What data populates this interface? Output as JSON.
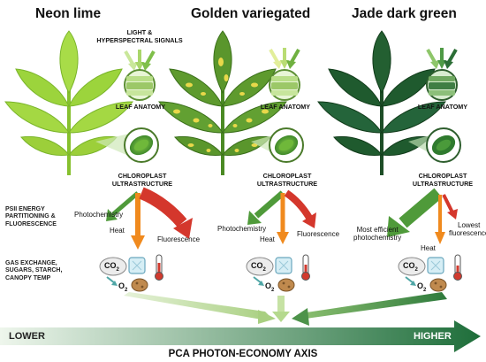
{
  "panels": [
    {
      "title": "Neon lime",
      "leaf_color": "#9ad33a",
      "leaf_dark": "#6fae22",
      "signal_label": "LIGHT &\nHYPERSPECTRAL SIGNALS",
      "anatomy_label": "LEAF ANATOMY",
      "chloroplast_label": "CHLOROPLAST\nULTRASTRUCTURE",
      "photochemistry_label": "Photochemistry",
      "heat_label": "Heat",
      "fluorescence_label": "Fluorescence"
    },
    {
      "title": "Golden variegated",
      "leaf_color": "#5e9a2e",
      "leaf_dark": "#3f7a1c",
      "spot_color": "#e3d447",
      "anatomy_label": "LEAF ANATOMY",
      "chloroplast_label": "CHLOROPLAST\nULTRASTRUCTURE",
      "photochemistry_label": "Photochemistry",
      "heat_label": "Heat",
      "fluorescence_label": "Fluorescence"
    },
    {
      "title": "Jade dark green",
      "leaf_color": "#1f5a2e",
      "leaf_dark": "#143f1f",
      "anatomy_label": "LEAF ANATOMY",
      "chloroplast_label": "CHLOROPLAST\nULTRASTRUCTURE",
      "photochemistry_label": "Most efficient\nphotochemistry",
      "heat_label": "Heat",
      "fluorescence_label": "Lowest\nfluorescence"
    }
  ],
  "side_labels": {
    "psii": "PSII ENERGY\nPARTITIONING &\nFLUORESCENCE",
    "gas": "GAS EXCHANGE,\nSUGARS, STARCH,\nCANOPY TEMP"
  },
  "gas_labels": {
    "co2": "CO",
    "co2_sub": "2",
    "o2": "O",
    "o2_sub": "2"
  },
  "axis": {
    "lower": "LOWER",
    "higher": "HIGHER",
    "title": "PCA PHOTON-ECONOMY AXIS"
  },
  "colors": {
    "photochem_arrow": "#4f9a3a",
    "heat_arrow": "#f08a1e",
    "fluor_arrow": "#d4372c",
    "signal_arrow": "#b6dc6a",
    "axis_start": "#e8f3e6",
    "axis_end": "#1e6e3a"
  }
}
